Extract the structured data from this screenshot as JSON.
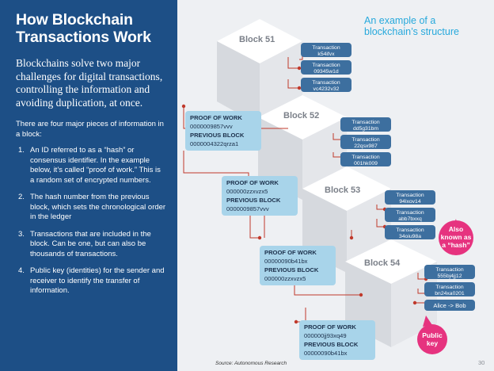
{
  "left": {
    "title": "How Blockchain Transactions Work",
    "intro": "Blockchains solve two major challenges for digital transactions, controlling the information and avoiding duplication, at once.",
    "list_lead": "There are four major pieces of information in a block:",
    "items": [
      {
        "num": "1.",
        "text": "An ID referred to as a “hash” or consensus identifier. In the example below, it’s called “proof of work.” This is a random set of encrypted numbers."
      },
      {
        "num": "2.",
        "text": "The hash number from the previous block, which sets the chronological order in the ledger"
      },
      {
        "num": "3.",
        "text": "Transactions that are included in the block. Can be one, but can also be thousands of transactions."
      },
      {
        "num": "4.",
        "text": "Public key (identities) for the sender and receiver to identify the transfer of information."
      }
    ]
  },
  "diagram": {
    "heading": "An example of a blockchain’s structure",
    "blocks": [
      {
        "label": "Block 51",
        "transactions": [
          [
            "Transaction",
            "k54ifvx"
          ],
          [
            "Transaction",
            "09345w1d"
          ],
          [
            "Transaction",
            "vc4232v32"
          ]
        ]
      },
      {
        "label": "Block 52",
        "proof_label": "PROOF OF WORK",
        "proof": "0000009857vvv",
        "prev_label": "PREVIOUS BLOCK",
        "prev": "0000004322qrza1",
        "transactions": [
          [
            "Transaction",
            "dd5g31bm"
          ],
          [
            "Transaction",
            "22qsx987"
          ],
          [
            "Transaction",
            "001hk009"
          ]
        ]
      },
      {
        "label": "Block 53",
        "proof_label": "PROOF OF WORK",
        "proof": "000000zzxvzx5",
        "prev_label": "PREVIOUS BLOCK",
        "prev": "0000009857vvv",
        "transactions": [
          [
            "Transaction",
            "94lxov14"
          ],
          [
            "Transaction",
            "abb7bxxq"
          ],
          [
            "Transaction",
            "34oiu98a"
          ]
        ]
      },
      {
        "label": "Block 54",
        "proof_label": "PROOF OF WORK",
        "proof": "00000090b41bx",
        "prev_label": "PREVIOUS BLOCK",
        "prev": "000000zzxvzx5",
        "transactions": [
          [
            "Transaction",
            "555bj4jj12"
          ],
          [
            "Transaction",
            "bn24xa0201"
          ],
          [
            "Alice -> Bob"
          ]
        ]
      },
      {
        "proof_label": "PROOF OF WORK",
        "proof": "000000jj93xq49",
        "prev_label": "PREVIOUS BLOCK",
        "prev": "00000090b41bx"
      }
    ],
    "callout_hash": [
      "Also",
      "known as",
      "a “hash”"
    ],
    "callout_key": [
      "Public",
      "key"
    ],
    "source": "Source: Autonomous Research",
    "page_number": "30",
    "colors": {
      "panel": "#1d4f86",
      "transaction": "#3d6f9f",
      "proof_box": "#a8d4ea",
      "callout": "#e6337f",
      "heading": "#27a9dc"
    }
  }
}
